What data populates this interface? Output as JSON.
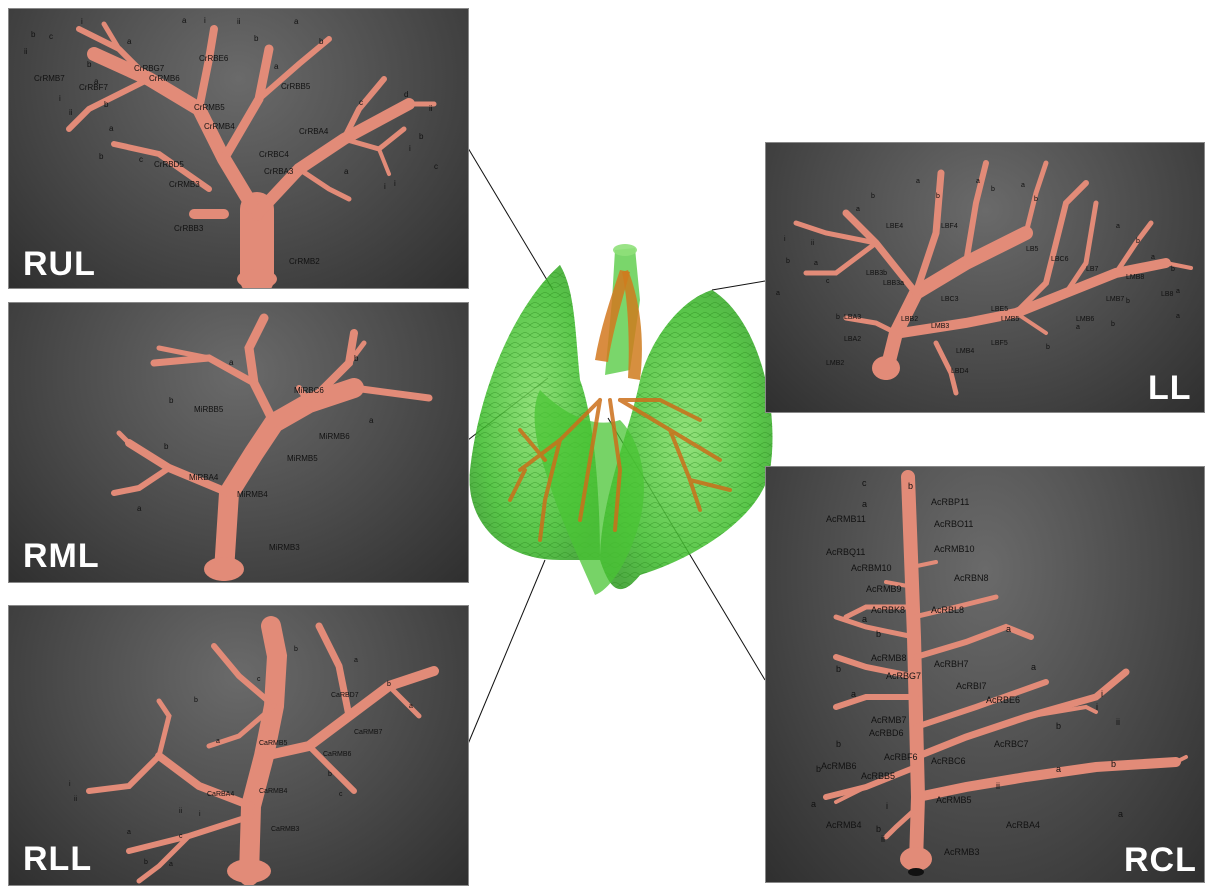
{
  "colors": {
    "branch": "#e28b78",
    "branch_shadow": "#b9624f",
    "panel_bg": "#4d4d4d",
    "lung_green": "#3fbf2a",
    "airway_orange": "#d2781f"
  },
  "panels": {
    "rul": {
      "title": "RUL",
      "labels": [
        "CrRBE6",
        "CrRBG7",
        "CrRMB6",
        "CrRMB7",
        "CrRBF7",
        "CrRBB5",
        "CrRMB5",
        "CrRMB4",
        "CrRBC4",
        "CrRBD5",
        "CrRBA4",
        "CrRBA3",
        "CrRMB3",
        "CrRBB3",
        "CrRMB2"
      ],
      "letters": [
        "a",
        "b",
        "c",
        "i",
        "ii",
        "a",
        "b",
        "a",
        "i",
        "ii",
        "b",
        "a",
        "b",
        "c",
        "i",
        "ii",
        "a",
        "b",
        "a",
        "b",
        "c",
        "d",
        "i",
        "ii",
        "a",
        "i",
        "b",
        "c",
        "i"
      ]
    },
    "rml": {
      "title": "RML",
      "labels": [
        "MiRBC6",
        "MiRMB6",
        "MiRBB5",
        "MiRMB5",
        "MiRBA4",
        "MiRMB4",
        "MiRMB3"
      ],
      "letters": [
        "a",
        "b",
        "b",
        "a",
        "b",
        "a"
      ]
    },
    "rll": {
      "title": "RLL",
      "labels": [
        "CaRBD7",
        "CaRMB7",
        "CaRMB5",
        "CaRMB6",
        "CaRMB4",
        "CaRBA4",
        "CaRMB3"
      ],
      "letters": [
        "b",
        "a",
        "c",
        "b",
        "a",
        "b",
        "a",
        "b",
        "c",
        "i",
        "ii",
        "i",
        "ii",
        "a",
        "b",
        "c",
        "a"
      ]
    },
    "ll": {
      "title": "LL",
      "labels": [
        "LBE4",
        "LBF4",
        "LBB3b",
        "LBB3a",
        "LBC3",
        "LMB3",
        "LBA3",
        "LBA2",
        "LBB2",
        "LMB2",
        "LMB4",
        "LBD4",
        "LBF5",
        "LBE5",
        "LMB5",
        "LBC6",
        "LMB6",
        "LB7",
        "LMB7",
        "LMB8",
        "LB8",
        "LB5"
      ],
      "letters": [
        "a",
        "b",
        "a",
        "b",
        "a",
        "b",
        "a",
        "b",
        "i",
        "ii",
        "a",
        "b",
        "c",
        "a",
        "b",
        "a",
        "b",
        "a",
        "b",
        "a",
        "b",
        "a",
        "b",
        "a",
        "b"
      ]
    },
    "rcl": {
      "title": "RCL",
      "labels": [
        "AcRBP11",
        "AcRMB11",
        "AcRBO11",
        "AcRBQ11",
        "AcRMB10",
        "AcRBM10",
        "AcRBN8",
        "AcRMB9",
        "AcRBK8",
        "AcRBL8",
        "AcRMB8",
        "AcRBH7",
        "AcRBG7",
        "AcRBI7",
        "AcRBE6",
        "AcRMB7",
        "AcRBD6",
        "AcRBC7",
        "AcRBF6",
        "AcRBC6",
        "AcRMB6",
        "AcRBB5",
        "AcRMB5",
        "AcRMB4",
        "AcRBA4",
        "AcRMB3"
      ],
      "letters": [
        "c",
        "b",
        "a",
        "a",
        "b",
        "a",
        "a",
        "b",
        "a",
        "b",
        "b",
        "a",
        "i",
        "ii",
        "b",
        "a",
        "i",
        "ii",
        "b",
        "a",
        "i",
        "ii",
        "b"
      ]
    }
  }
}
